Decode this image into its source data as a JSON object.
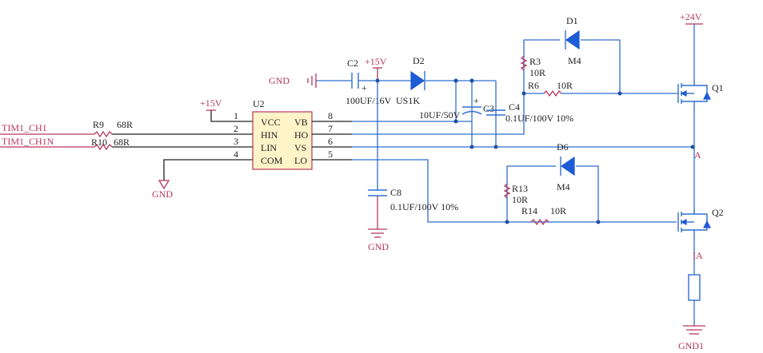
{
  "nets": {
    "tim1_ch1": "TIM1_CH1",
    "tim1_ch1n": "TIM1_CH1N",
    "plus15_ic": "+15V",
    "plus15_cap": "+15V",
    "plus24": "+24V",
    "gnd_left": "GND",
    "gnd_cap": "GND",
    "gnd_c8": "GND",
    "gnd1": "GND1",
    "node_a": "A",
    "node_ia": "IA"
  },
  "ic": {
    "ref": "U2",
    "pins": [
      {
        "num": "1",
        "name": "VCC"
      },
      {
        "num": "2",
        "name": "HIN"
      },
      {
        "num": "3",
        "name": "LIN"
      },
      {
        "num": "4",
        "name": "COM"
      },
      {
        "num": "8",
        "name": "VB"
      },
      {
        "num": "7",
        "name": "HO"
      },
      {
        "num": "6",
        "name": "VS"
      },
      {
        "num": "5",
        "name": "LO"
      }
    ]
  },
  "components": {
    "r9": {
      "ref": "R9",
      "value": "68R"
    },
    "r10": {
      "ref": "R10",
      "value": "68R"
    },
    "c2": {
      "ref": "C2",
      "value": "100UF/16V"
    },
    "d2": {
      "ref": "D2",
      "value": "US1K"
    },
    "c3": {
      "ref": "C3",
      "value": "10UF/50V"
    },
    "c4": {
      "ref": "C4",
      "value": "0.1UF/100V 10%"
    },
    "r3": {
      "ref": "R3",
      "value": "10R"
    },
    "r6": {
      "ref": "R6",
      "value": "10R"
    },
    "d1": {
      "ref": "D1",
      "value": "M4"
    },
    "q1": {
      "ref": "Q1"
    },
    "c8": {
      "ref": "C8",
      "value": "0.1UF/100V 10%"
    },
    "r13": {
      "ref": "R13",
      "value": "10R"
    },
    "r14": {
      "ref": "R14",
      "value": "10R"
    },
    "d6": {
      "ref": "D6",
      "value": "M4"
    },
    "q2": {
      "ref": "Q2"
    }
  }
}
